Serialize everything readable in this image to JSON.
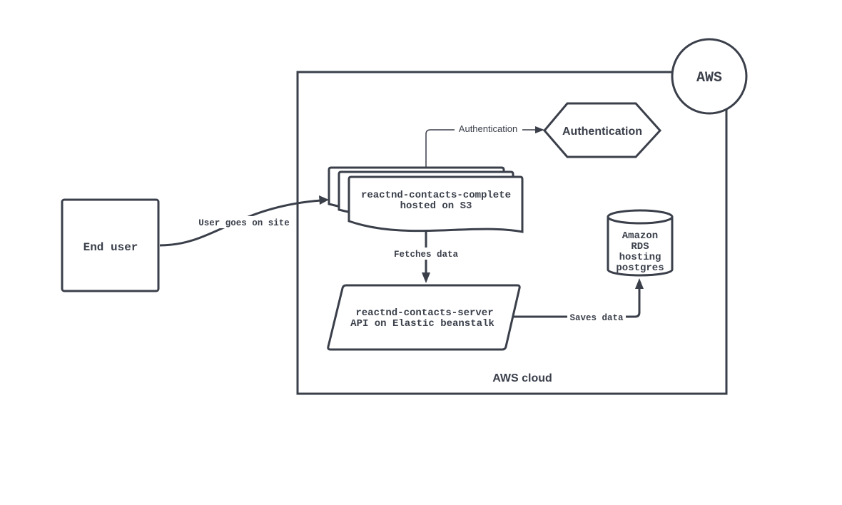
{
  "colors": {
    "stroke": "#3a3f4a",
    "background": "#ffffff"
  },
  "nodes": {
    "end_user": "End user",
    "aws_badge": "AWS",
    "aws_cloud": "AWS cloud",
    "s3_app": [
      "reactnd-contacts-complete",
      "hosted on S3"
    ],
    "auth": "Authentication",
    "server": [
      "reactnd-contacts-server",
      "API on Elastic beanstalk"
    ],
    "rds": [
      "Amazon",
      "RDS",
      "hosting",
      "postgres"
    ]
  },
  "edges": {
    "user_to_site": "User goes on site",
    "site_to_auth": "Authentication",
    "site_to_server": "Fetches data",
    "server_to_rds": "Saves data"
  }
}
